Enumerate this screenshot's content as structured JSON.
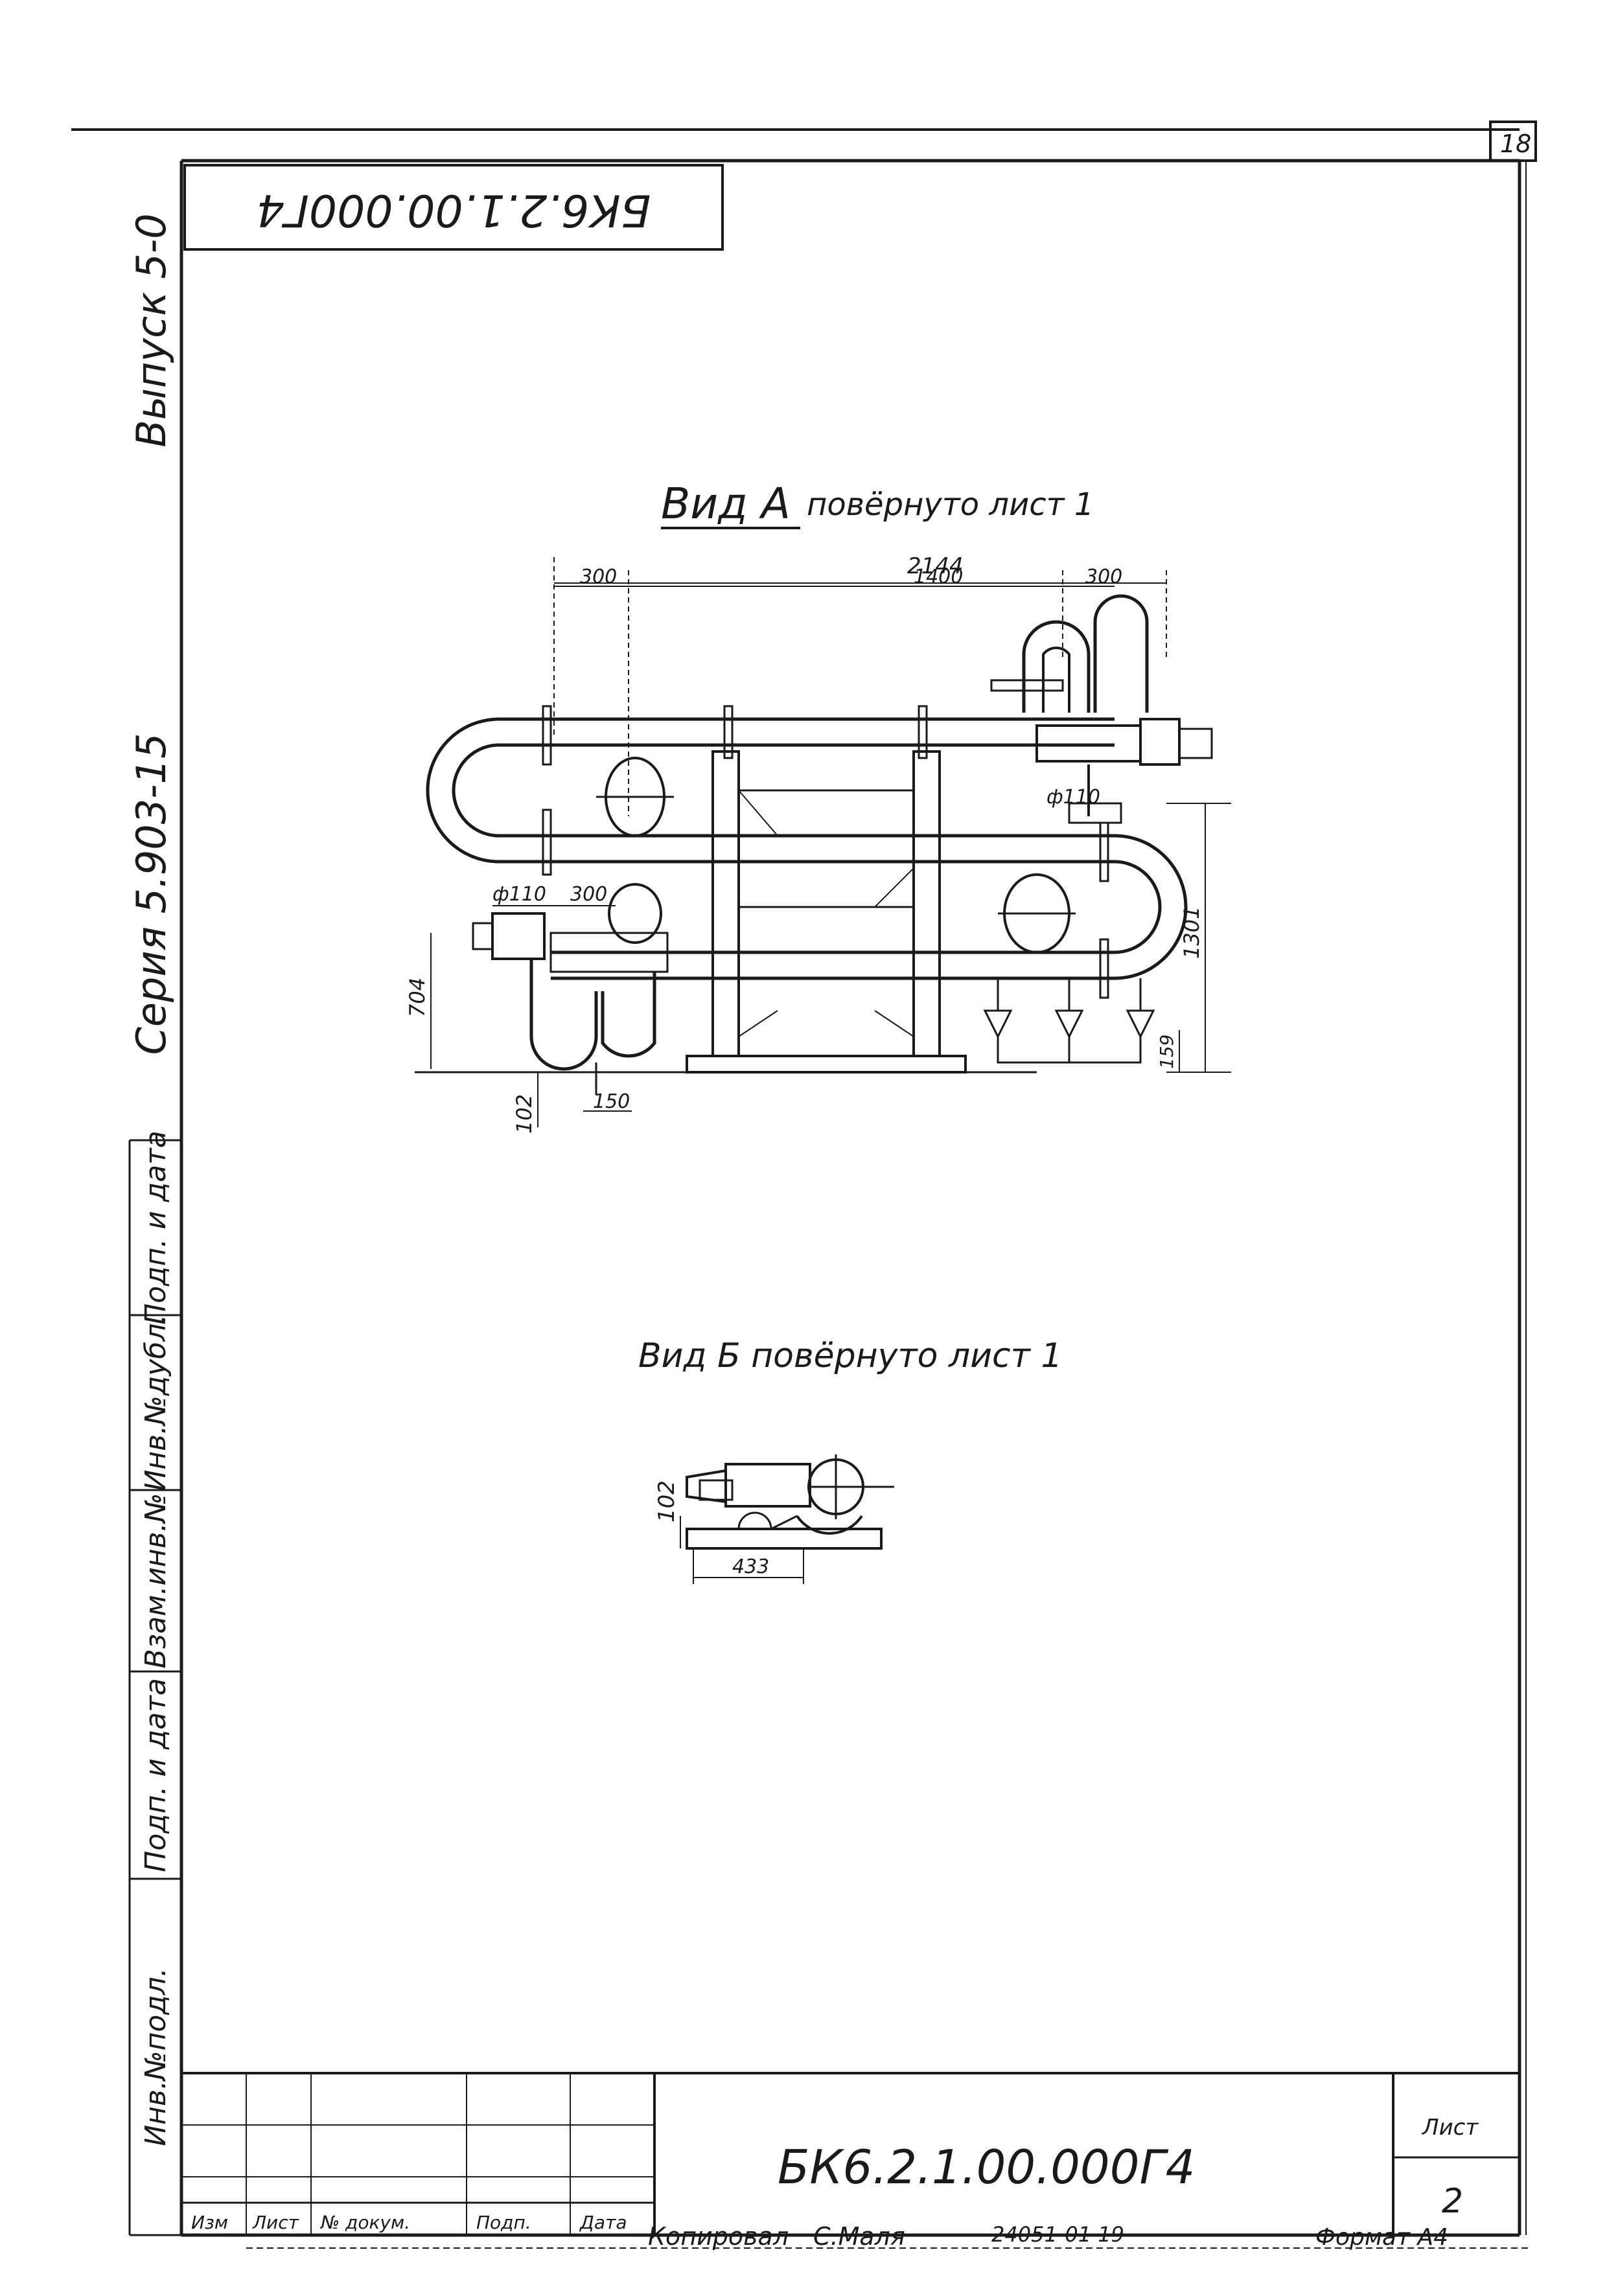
{
  "sheet_number_corner": "18",
  "rotated_code": "БК6.2.1.00.000Г4",
  "side": {
    "vypusk": "Выпуск 5-0",
    "seriya": "Серия 5.903-15",
    "strip_labels": [
      "Инв.№подл.",
      "Подп. и дата",
      "Взам.инв.№",
      "Инв.№дубл.",
      "Подп. и дата"
    ]
  },
  "view_a": {
    "title_big": "Вид А",
    "title_rest": "повёрнуто лист 1",
    "dims": {
      "overall": "2144",
      "left": "300",
      "middle": "1400",
      "right": "300",
      "pipe_dia_left": "ф110",
      "offset": "300",
      "pipe_dia_right": "ф110",
      "height_left": "704",
      "bottom_left": "102",
      "bottom_mid": "150",
      "height_right": "1301",
      "bottom_right": "159"
    }
  },
  "view_b": {
    "title": "Вид Б повёрнуто лист 1",
    "dims": {
      "height": "102",
      "width": "433"
    }
  },
  "title_block": {
    "code": "БК6.2.1.00.000Г4",
    "col_headers": [
      "Изм",
      "Лист",
      "№ докум.",
      "Подп.",
      "Дата"
    ],
    "sheet_label": "Лист",
    "sheet_value": "2",
    "footer_copied": "Копировал",
    "footer_signature": "С.Маля",
    "footer_order": "24051-01   19",
    "footer_format": "Формат А4"
  }
}
